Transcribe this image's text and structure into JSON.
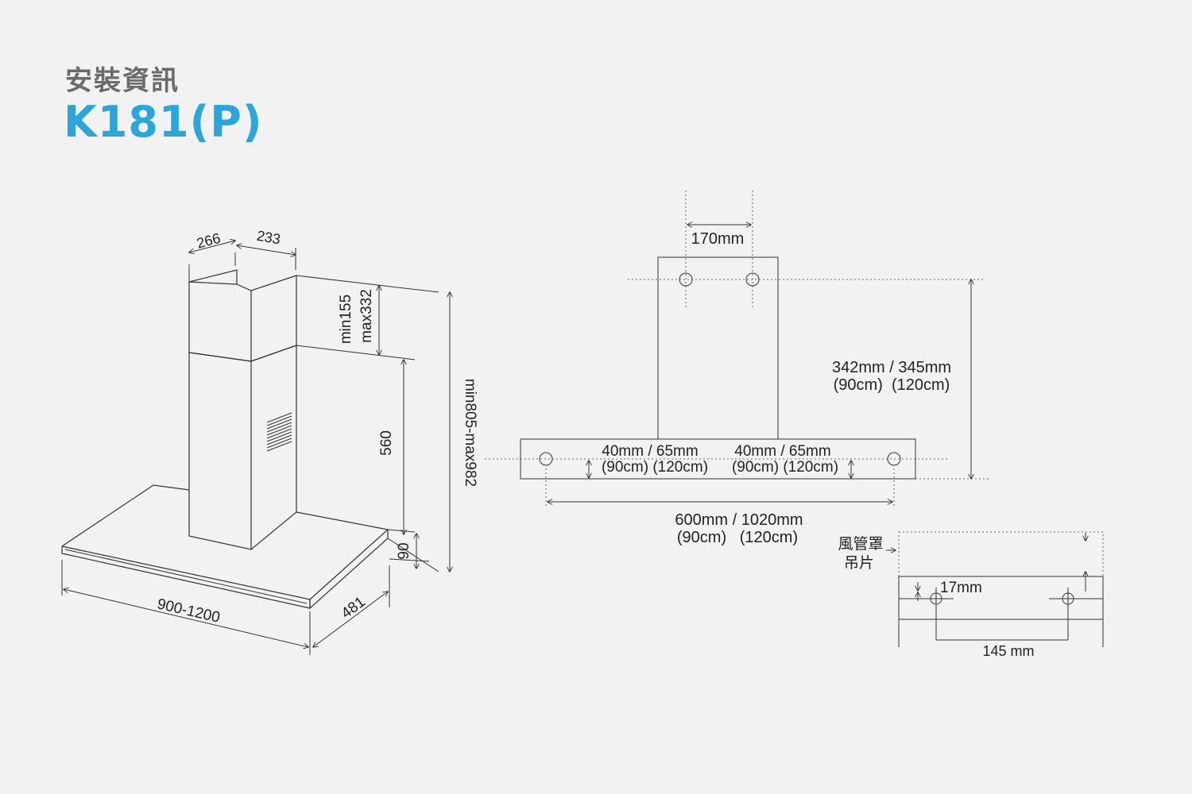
{
  "header": {
    "section_title": "安裝資訊",
    "model": "K181(P)"
  },
  "hood_dims": {
    "chimney_width": "266",
    "chimney_depth": "233",
    "chimney_min": "min155",
    "chimney_max": "max332",
    "chimney_height": "560",
    "canopy_height": "90",
    "total_height": "min805-max982",
    "width": "900-1200",
    "depth": "481"
  },
  "wall_bracket": {
    "top_spacing": "170mm",
    "vertical_line1": "342mm / 345mm",
    "vertical_line2": "(90cm)  (120cm)",
    "left_offset_line1": "40mm / 65mm",
    "left_offset_line2": "(90cm) (120cm)",
    "right_offset_line1": "40mm / 65mm",
    "right_offset_line2": "(90cm) (120cm)",
    "bottom_spacing_line1": "600mm / 1020mm",
    "bottom_spacing_line2": "(90cm)   (120cm)"
  },
  "duct_bracket": {
    "label_line1": "風管罩",
    "label_line2": "吊片",
    "hole_offset": "17mm",
    "hole_spacing": "145 mm"
  },
  "colors": {
    "accent": "#2aa6dc",
    "heading": "#6b6b6b",
    "background": "#f2f2f2"
  }
}
